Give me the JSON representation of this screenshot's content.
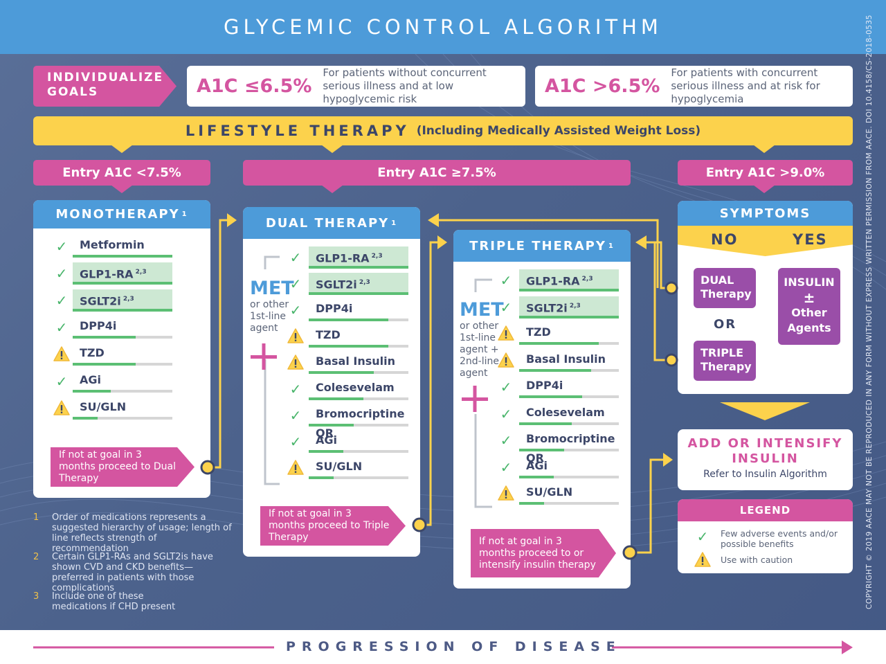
{
  "title": "GLYCEMIC CONTROL ALGORITHM",
  "goals": {
    "label": "INDIVIDUALIZE GOALS",
    "low": {
      "value": "A1C ≤6.5%",
      "text": "For patients without concurrent serious illness and at low hypoglycemic risk"
    },
    "high": {
      "value": "A1C >6.5%",
      "text": "For patients with concurrent serious illness and at risk for hypoglycemia"
    }
  },
  "lifestyle": {
    "title": "LIFESTYLE THERAPY",
    "subtitle": "(Including Medically Assisted Weight Loss)"
  },
  "entries": [
    "Entry A1C <7.5%",
    "Entry A1C ≥7.5%",
    "Entry A1C >9.0%"
  ],
  "mono": {
    "title": "MONOTHERAPY",
    "sup": "1",
    "items": [
      {
        "name": "Metformin",
        "sup": "",
        "mark": "check",
        "highlight": false,
        "strength": 1.0
      },
      {
        "name": "GLP1-RA",
        "sup": "2,3",
        "mark": "check",
        "highlight": true,
        "strength": 1.0
      },
      {
        "name": "SGLT2i",
        "sup": "2,3",
        "mark": "check",
        "highlight": true,
        "strength": 1.0
      },
      {
        "name": "DPP4i",
        "sup": "",
        "mark": "check",
        "highlight": false,
        "strength": 0.63
      },
      {
        "name": "TZD",
        "sup": "",
        "mark": "warn",
        "highlight": false,
        "strength": 0.63
      },
      {
        "name": "AGi",
        "sup": "",
        "mark": "check",
        "highlight": false,
        "strength": 0.38
      },
      {
        "name": "SU/GLN",
        "sup": "",
        "mark": "warn",
        "highlight": false,
        "strength": 0.25
      }
    ],
    "next": "If not at goal in 3 months proceed to Dual Therapy"
  },
  "dual": {
    "title": "DUAL THERAPY",
    "sup": "1",
    "met": "MET",
    "met_sub": "or other 1st-line agent",
    "items": [
      {
        "name": "GLP1-RA",
        "sup": "2,3",
        "mark": "check",
        "highlight": true,
        "strength": 1.0
      },
      {
        "name": "SGLT2i",
        "sup": "2,3",
        "mark": "check",
        "highlight": true,
        "strength": 1.0
      },
      {
        "name": "DPP4i",
        "sup": "",
        "mark": "check",
        "highlight": false,
        "strength": 0.8
      },
      {
        "name": "TZD",
        "sup": "",
        "mark": "warn",
        "highlight": false,
        "strength": 0.8
      },
      {
        "name": "Basal Insulin",
        "sup": "",
        "mark": "warn",
        "highlight": false,
        "strength": 0.65
      },
      {
        "name": "Colesevelam",
        "sup": "",
        "mark": "check",
        "highlight": false,
        "strength": 0.55
      },
      {
        "name": "Bromocriptine QR",
        "sup": "",
        "mark": "check",
        "highlight": false,
        "strength": 0.45
      },
      {
        "name": "AGi",
        "sup": "",
        "mark": "check",
        "highlight": false,
        "strength": 0.35
      },
      {
        "name": "SU/GLN",
        "sup": "",
        "mark": "warn",
        "highlight": false,
        "strength": 0.25
      }
    ],
    "next": "If not at goal in 3 months proceed to Triple Therapy"
  },
  "triple": {
    "title": "TRIPLE THERAPY",
    "sup": "1",
    "met": "MET",
    "met_sub": "or other 1st-line agent + 2nd-line agent",
    "items": [
      {
        "name": "GLP1-RA",
        "sup": "2,3",
        "mark": "check",
        "highlight": true,
        "strength": 1.0
      },
      {
        "name": "SGLT2i",
        "sup": "2,3",
        "mark": "check",
        "highlight": true,
        "strength": 1.0
      },
      {
        "name": "TZD",
        "sup": "",
        "mark": "warn",
        "highlight": false,
        "strength": 0.8
      },
      {
        "name": "Basal Insulin",
        "sup": "",
        "mark": "warn",
        "highlight": false,
        "strength": 0.72
      },
      {
        "name": "DPP4i",
        "sup": "",
        "mark": "check",
        "highlight": false,
        "strength": 0.63
      },
      {
        "name": "Colesevelam",
        "sup": "",
        "mark": "check",
        "highlight": false,
        "strength": 0.53
      },
      {
        "name": "Bromocriptine QR",
        "sup": "",
        "mark": "check",
        "highlight": false,
        "strength": 0.45
      },
      {
        "name": "AGi",
        "sup": "",
        "mark": "check",
        "highlight": false,
        "strength": 0.35
      },
      {
        "name": "SU/GLN",
        "sup": "",
        "mark": "warn",
        "highlight": false,
        "strength": 0.25
      }
    ],
    "next": "If not at goal in 3 months proceed to or intensify insulin therapy"
  },
  "symptoms": {
    "title": "SYMPTOMS",
    "no": "NO",
    "yes": "YES",
    "dual_a": "DUAL",
    "dual_b": "Therapy",
    "or": "OR",
    "triple_a": "TRIPLE",
    "triple_b": "Therapy",
    "insulin_a": "INSULIN",
    "insulin_b": "±",
    "insulin_c": "Other",
    "insulin_d": "Agents"
  },
  "insulin": {
    "title_a": "ADD OR INTENSIFY",
    "title_b": "INSULIN",
    "sub": "Refer to Insulin Algorithm"
  },
  "legend": {
    "title": "LEGEND",
    "check_text": "Few adverse events and/or possible benefits",
    "warn_text": "Use with caution"
  },
  "footnotes": [
    {
      "n": "1",
      "text": "Order of medications represents a suggested hierarchy of usage; length of line reflects strength of recommendation"
    },
    {
      "n": "2",
      "text": "Certain GLP1-RAs and SGLT2is have shown CVD and CKD benefits—preferred in patients with those complications"
    },
    {
      "n": "3",
      "text": "Include one of these medications if CHD present"
    }
  ],
  "copyright": "COPYRIGHT © 2019 AACE   MAY NOT BE REPRODUCED IN ANY FORM WITHOUT EXPRESS WRITTEN PERMISSION FROM AACE.  DOI 10.4158/CS-2018-0535",
  "progression": "PROGRESSION OF DISEASE",
  "colors": {
    "blue": "#4d9bd9",
    "pink": "#d455a0",
    "yellow": "#fcd24c",
    "purple": "#9a4ea8",
    "green": "#5cbf74",
    "navy": "#4c628c"
  }
}
